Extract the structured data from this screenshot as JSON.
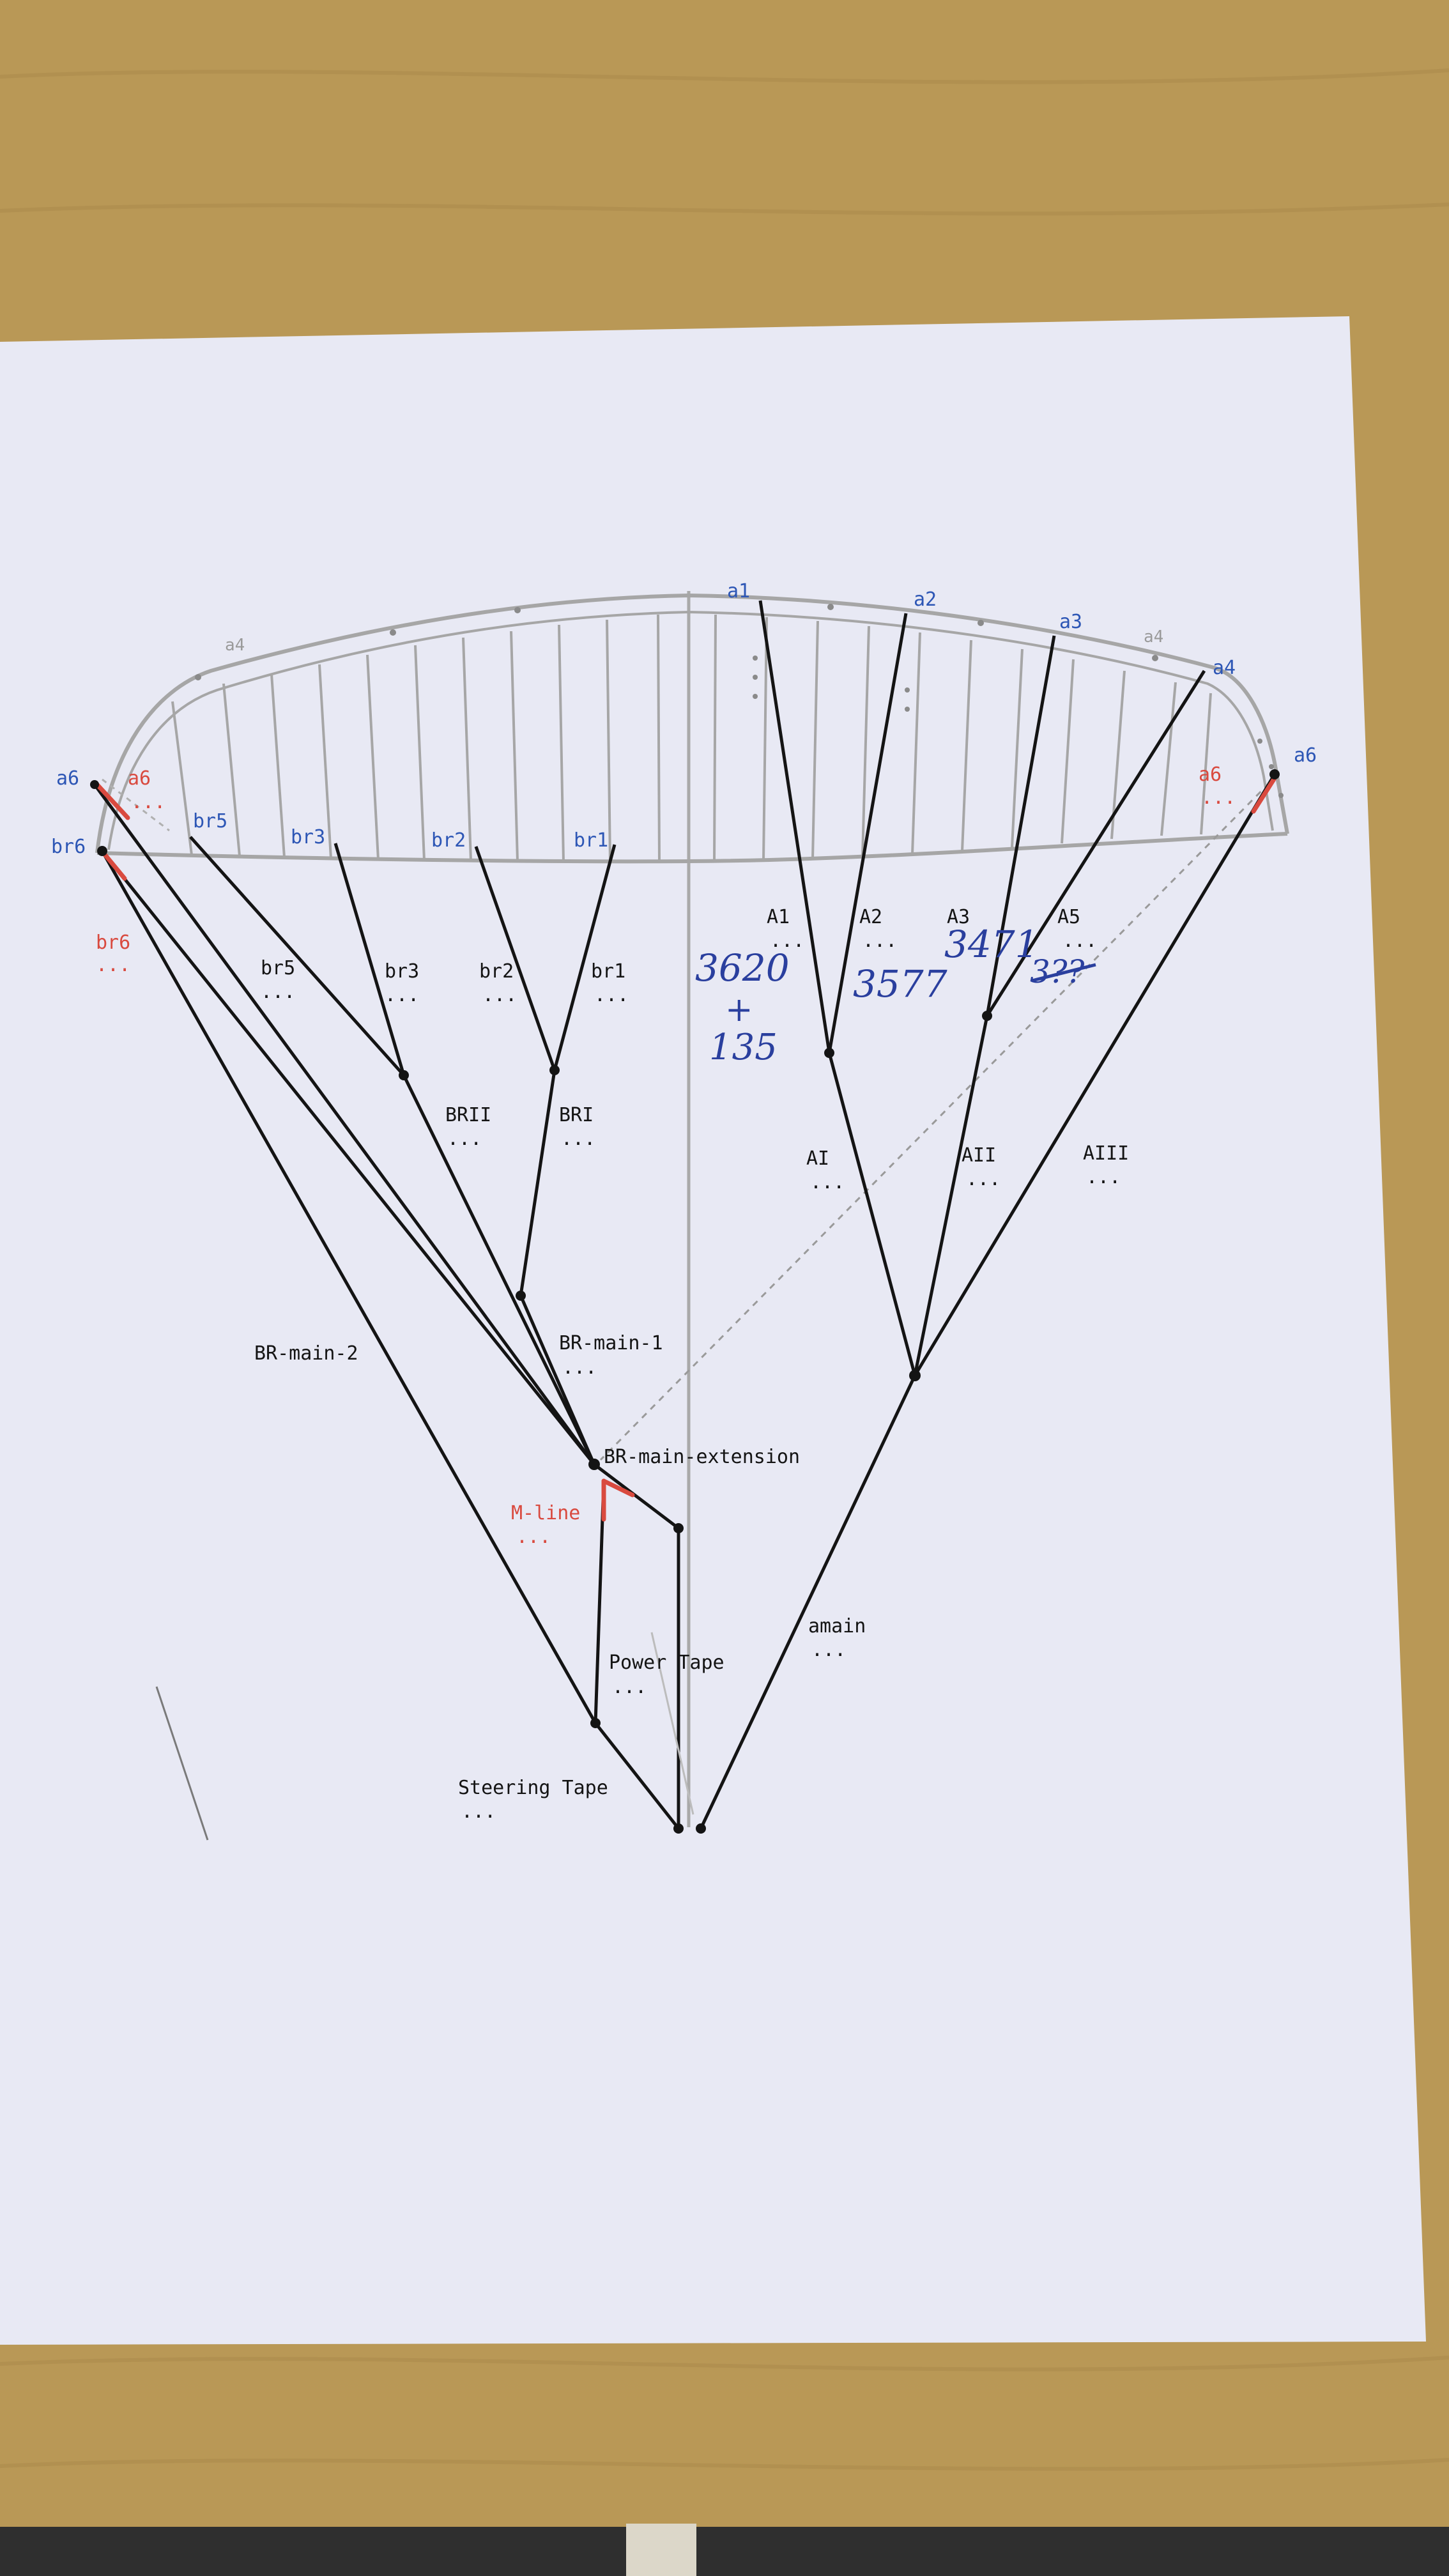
{
  "colors": {
    "desk": "#b99856",
    "paper": "#e8e9f4",
    "line": "#141414",
    "canopy": "#a6a6a6",
    "label_blue": "#2d56b5",
    "label_red": "#d94a3f",
    "ink": "#2a3f9e"
  },
  "canopy_points": {
    "a1": "a1",
    "a2": "a2",
    "a3": "a3",
    "a4": "a4",
    "a6_left": "a6",
    "a6_right": "a6",
    "a4_ghost_left": "a4",
    "a4_ghost_right": "a4",
    "a6_red_left": "a6",
    "a6_red_right": "a6",
    "br6": "br6",
    "br5": "br5",
    "br3": "br3",
    "br2": "br2",
    "br1": "br1"
  },
  "lines": {
    "br6": "br6",
    "br5": "br5",
    "br3": "br3",
    "br2": "br2",
    "br1": "br1",
    "BRII": "BRII",
    "BRI": "BRI",
    "BR_main_1": "BR-main-1",
    "BR_main_2": "BR-main-2",
    "BR_main_extension": "BR-main-extension",
    "M_line": "M-line",
    "power_tape": "Power Tape",
    "steering_tape": "Steering Tape",
    "A1": "A1",
    "A2": "A2",
    "A3": "A3",
    "A5": "A5",
    "AI": "AI",
    "AII": "AII",
    "AIII": "AIII",
    "amain": "amain"
  },
  "placeholder": "...",
  "handwritten": {
    "A1_value": "3620",
    "plus": "+",
    "A1_extra": "135",
    "A2_value": "3577",
    "A3_value": "3471",
    "A5_value": "3??"
  }
}
